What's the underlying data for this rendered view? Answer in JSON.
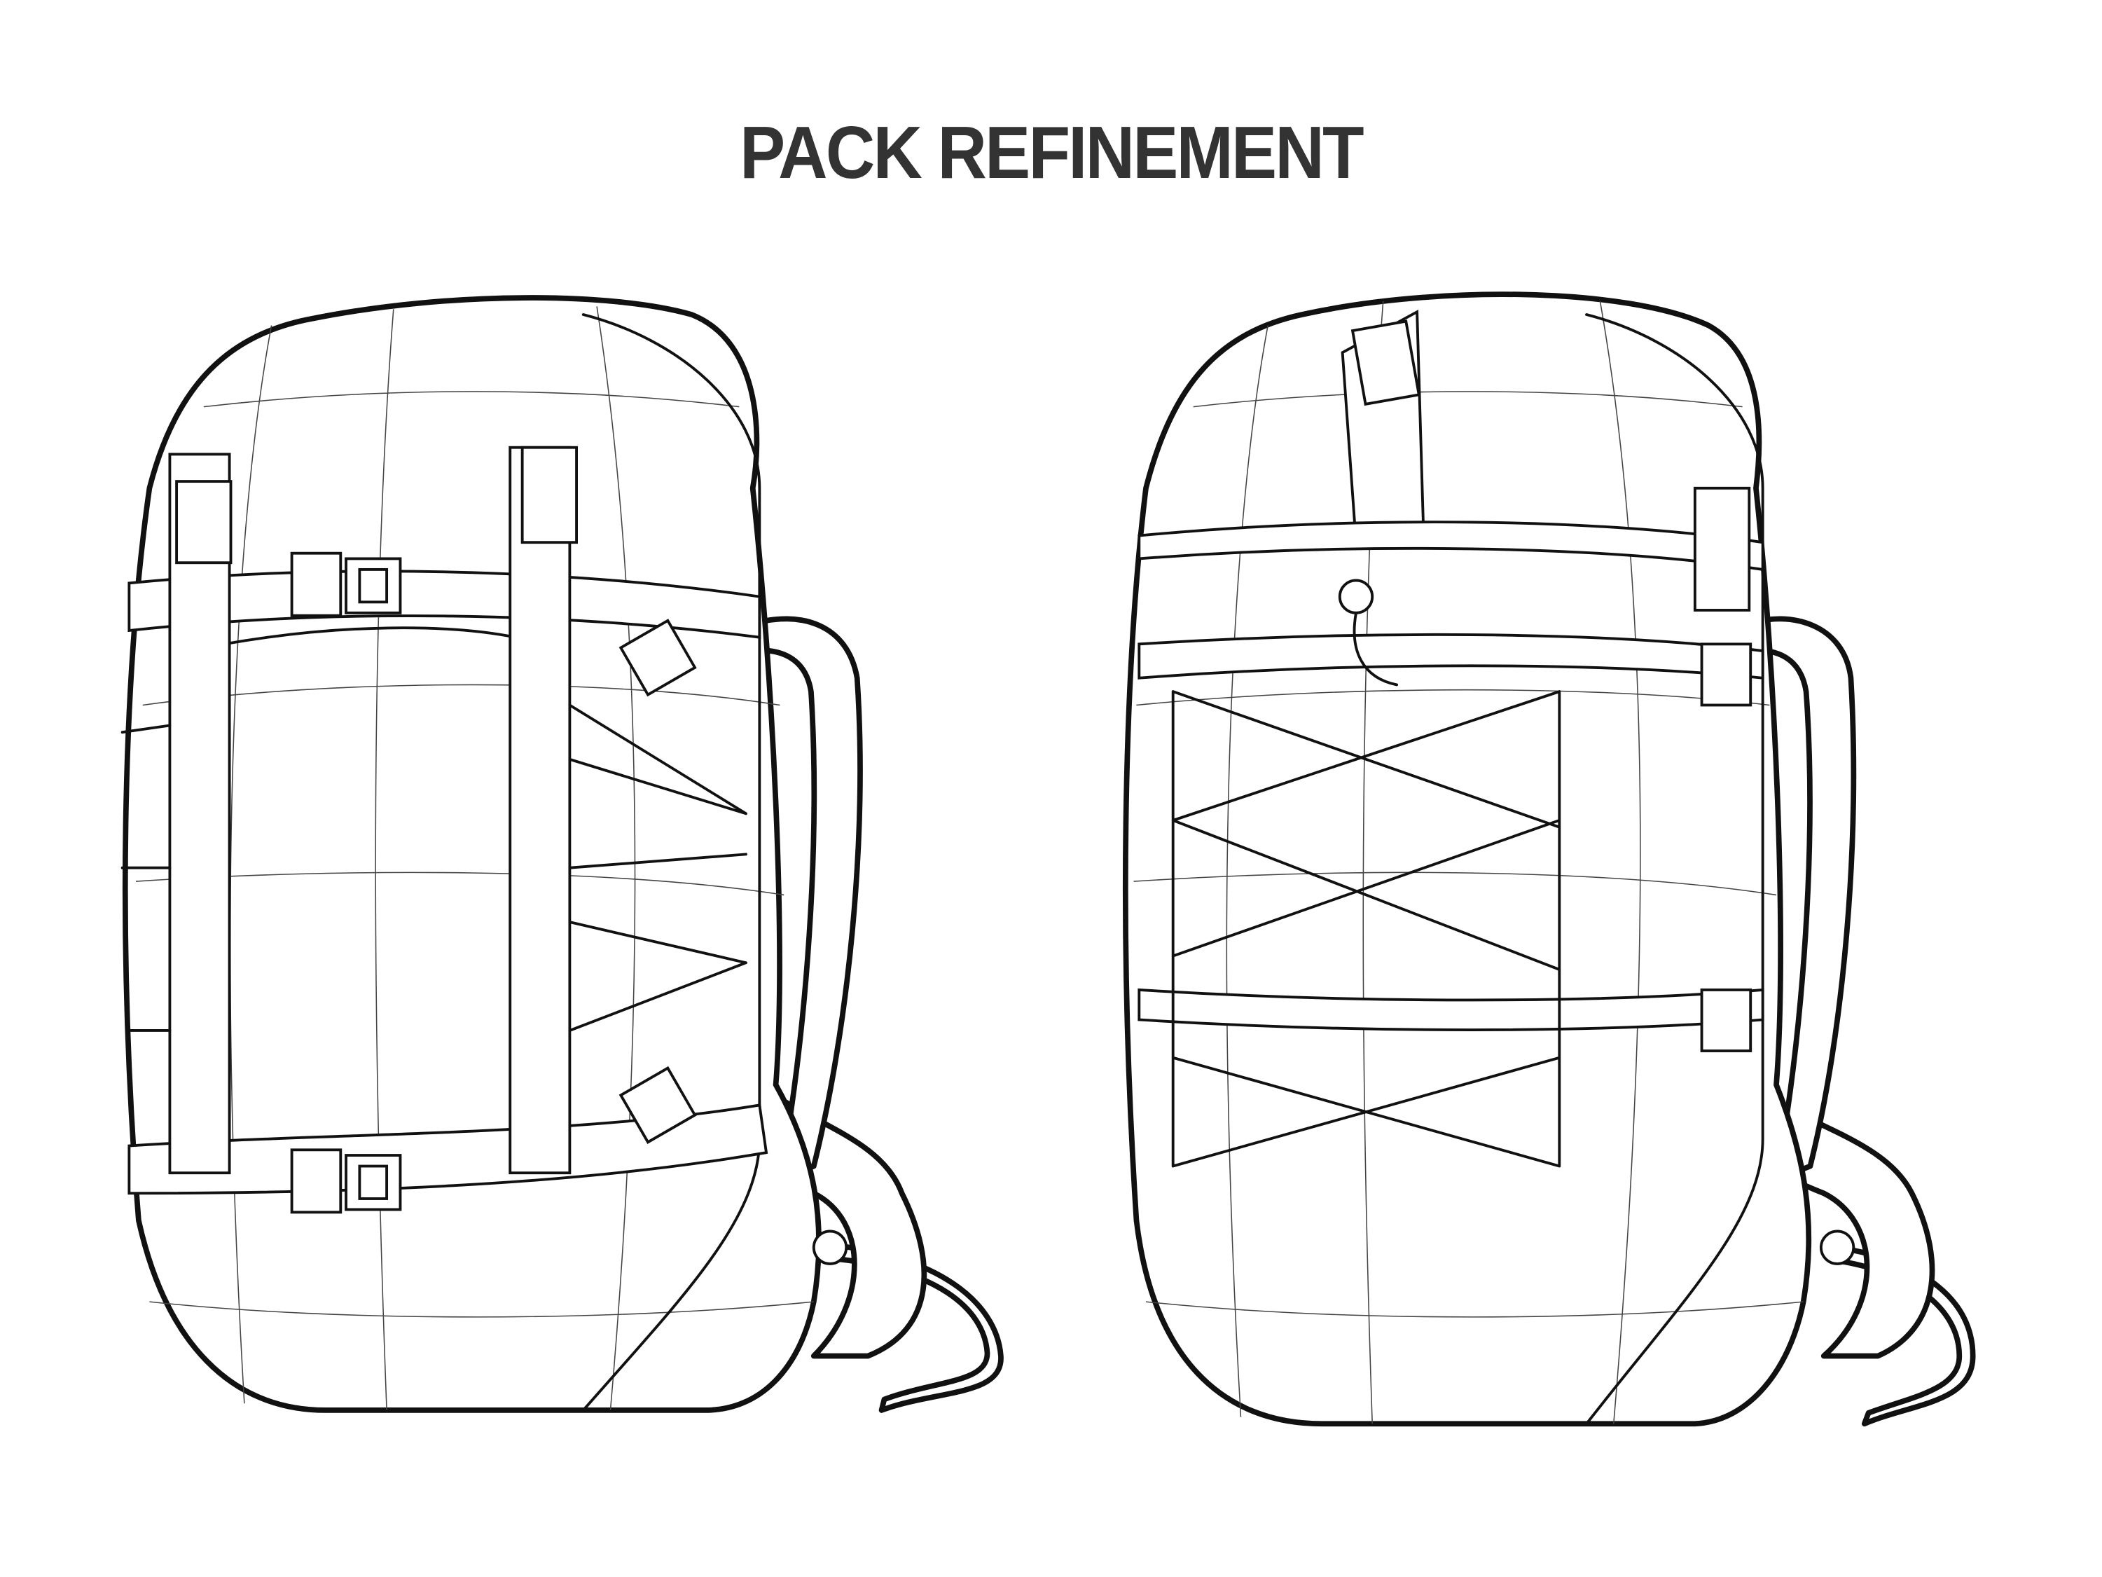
{
  "title": "PACK REFINEMENT",
  "colors": {
    "title": "#333333",
    "line": "#111111",
    "background": "#ffffff"
  },
  "illustrations": [
    {
      "id": "pack-front-buckle-view"
    },
    {
      "id": "pack-front-lacing-view"
    }
  ]
}
